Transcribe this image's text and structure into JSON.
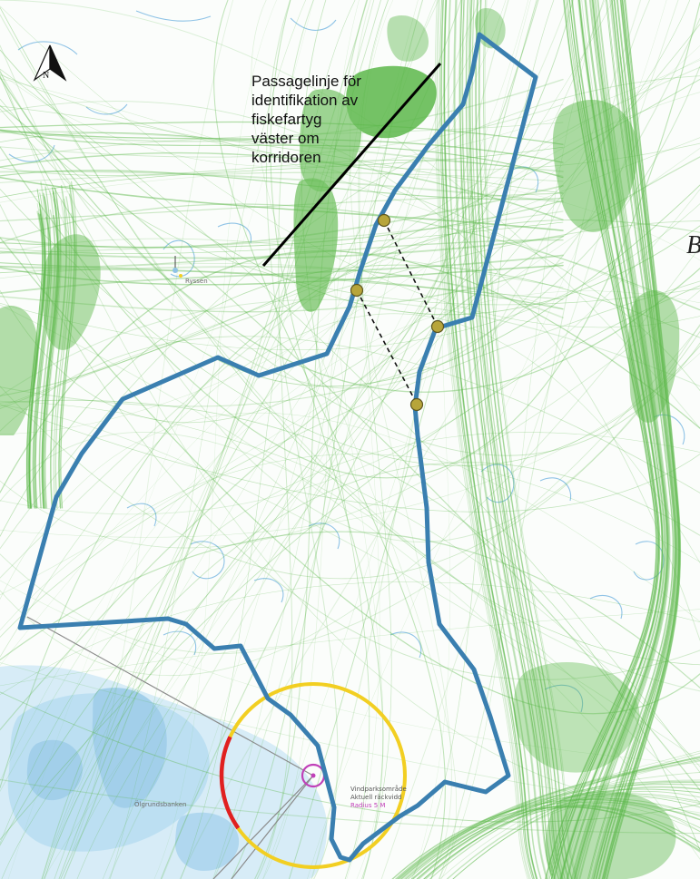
{
  "map": {
    "annotation_lines": [
      "Passagelinje för",
      "identifikation av",
      "fiskefartyg",
      "väster om",
      "korridoren"
    ],
    "north_label": "N",
    "edge_letter": "B",
    "shoal_name": "Ölgrundsbanken",
    "island_label": "Ryssen",
    "circle_label_lines": [
      "Vindparksområde",
      "Aktuell räckvidd",
      "Radius 5 M"
    ],
    "colors": {
      "ais_tracks": "#5cb84a",
      "corridor_outline": "#3a7fb0",
      "passage_line": "#000000",
      "circle_yellow": "#f2cf22",
      "circle_red": "#e02020",
      "marker_fill": "#b7a53a",
      "shallow_water": "#bfe0f2",
      "shoal_water": "#a6d2ec"
    },
    "icons": {
      "north_arrow": "north-arrow-icon",
      "junction_markers": "circle-marker-icon",
      "buoy": "buoy-icon"
    }
  }
}
